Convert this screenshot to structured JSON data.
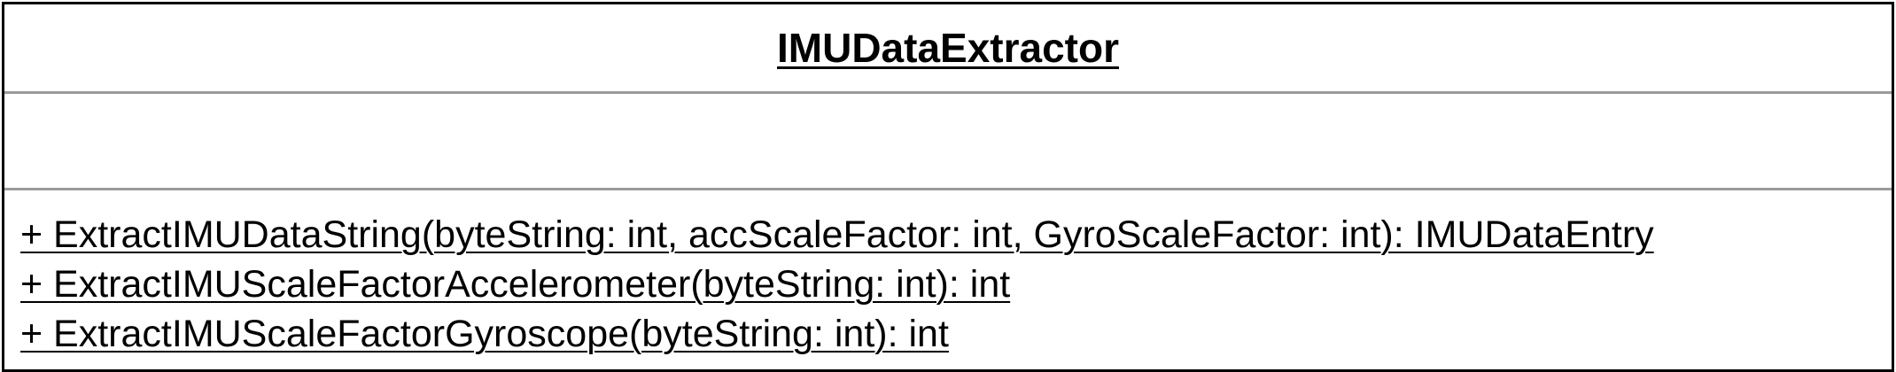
{
  "class": {
    "name": "IMUDataExtractor",
    "attributes": [],
    "operations": [
      "+ ExtractIMUDataString(byteString: int, accScaleFactor: int, GyroScaleFactor: int): IMUDataEntry",
      "+ ExtractIMUScaleFactorAccelerometer(byteString: int): int",
      "+ ExtractIMUScaleFactorGyroscope(byteString: int): int"
    ]
  },
  "colors": {
    "border": "#000000",
    "divider": "#9a9a9a",
    "background": "#ffffff",
    "text": "#000000"
  }
}
